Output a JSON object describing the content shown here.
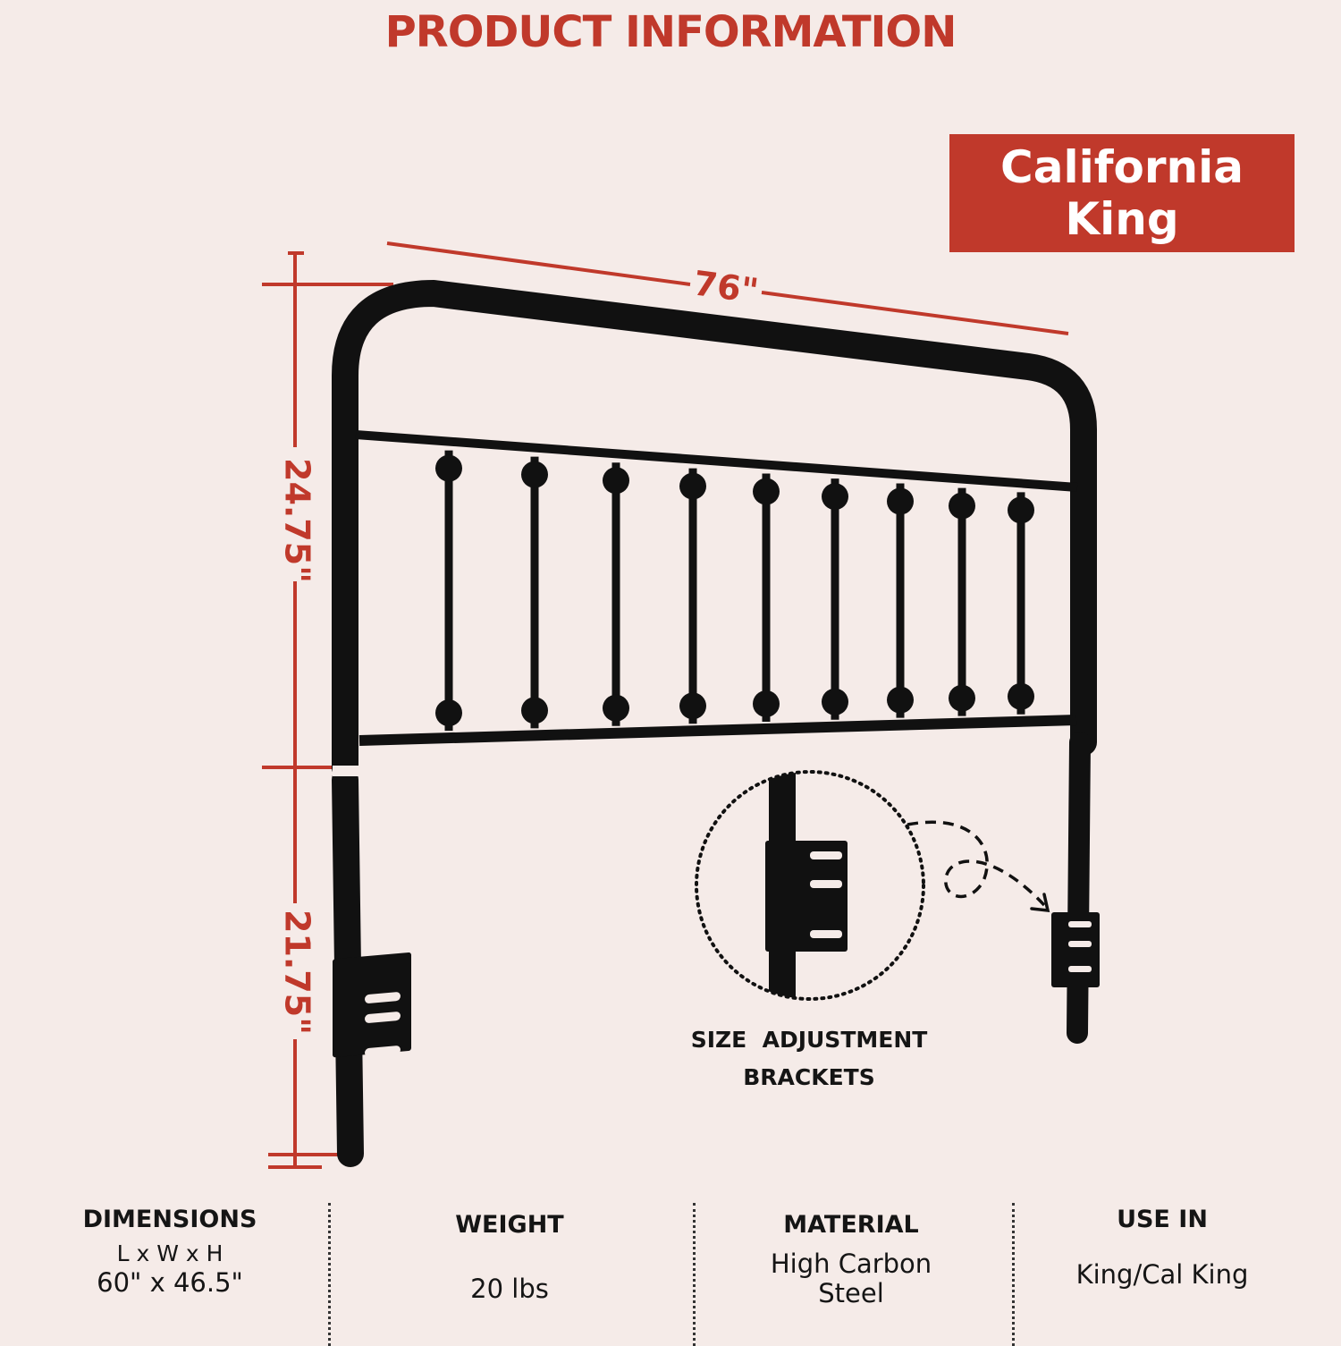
{
  "header": {
    "title": "PRODUCT INFORMATION"
  },
  "badge": {
    "line1": "California",
    "line2": "King"
  },
  "dimensions_drawing": {
    "width_label": "76\"",
    "upper_height_label": "24.75\"",
    "lower_height_label": "21.75\""
  },
  "callout": {
    "line1": "SIZE  ADJUSTMENT",
    "line2": "BRACKETS"
  },
  "specs": {
    "dimensions": {
      "title": "DIMENSIONS",
      "sub": "L x W x H",
      "value": "60\" x 46.5\""
    },
    "weight": {
      "title": "WEIGHT",
      "value": "20 lbs"
    },
    "material": {
      "title": "MATERIAL",
      "line1": "High Carbon",
      "line2": "Steel"
    },
    "use_in": {
      "title": "USE IN",
      "value": "King/Cal King"
    }
  },
  "colors": {
    "accent": "#c0392b",
    "background": "#f5ebe8",
    "metal": "#111111",
    "text": "#151515"
  },
  "icons": {
    "headboard": "headboard-illustration",
    "bracket": "bracket-icon",
    "arrow": "dashed-arrow-icon"
  }
}
